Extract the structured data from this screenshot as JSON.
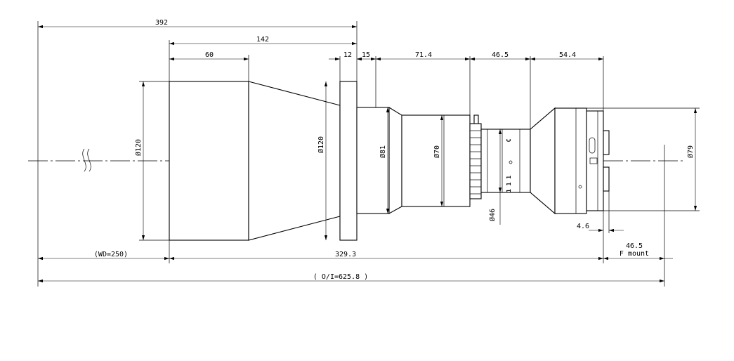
{
  "dimensions": {
    "total_392": "392",
    "len_142": "142",
    "len_60": "60",
    "len_12": "12",
    "len_15": "15",
    "len_71_4": "71.4",
    "len_46_5_top": "46.5",
    "len_54_4": "54.4",
    "wd": "(WD=250)",
    "len_329_3": "329.3",
    "oi": "( O/I=625.8 )",
    "len_4_6": "4.6",
    "flange_46_5": "46.5",
    "mount": "F mount",
    "dia_120_front": "Ø120",
    "dia_120_flange": "Ø120",
    "dia_81": "Ø81",
    "dia_70": "Ø70",
    "dia_46": "Ø46",
    "dia_79": "Ø79"
  },
  "markings": {
    "ring_top": "C",
    "ring_bottom": "1 1 1"
  }
}
